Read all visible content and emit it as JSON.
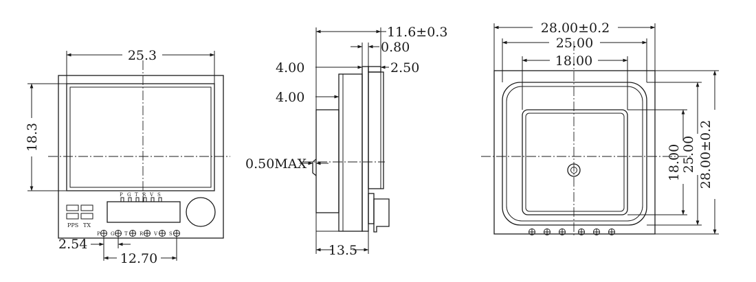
{
  "front_view": {
    "dim_width": "25.3",
    "dim_height": "18.3",
    "dim_pitch": "2.54",
    "dim_span": "12.70",
    "pin_labels_top": [
      "P",
      "G",
      "T",
      "R",
      "V",
      "S"
    ],
    "pin_labels_bottom": [
      "P",
      "G",
      "T",
      "R",
      "V",
      "S"
    ],
    "led_pps": "PPS",
    "led_tx": "TX"
  },
  "side_view": {
    "dim_total": "11.6±0.3",
    "dim_080": "0.80",
    "dim_250": "2.50",
    "dim_400_a": "4.00",
    "dim_400_b": "4.00",
    "dim_050max": "0.50MAX",
    "dim_135": "13.5"
  },
  "top_view": {
    "dim_outer_w": "28.00±0.2",
    "dim_mid_w": "25.00",
    "dim_inner_w": "18.00",
    "dim_inner_h": "18.00",
    "dim_mid_h": "25.00",
    "dim_outer_h": "28.00±0.2"
  }
}
